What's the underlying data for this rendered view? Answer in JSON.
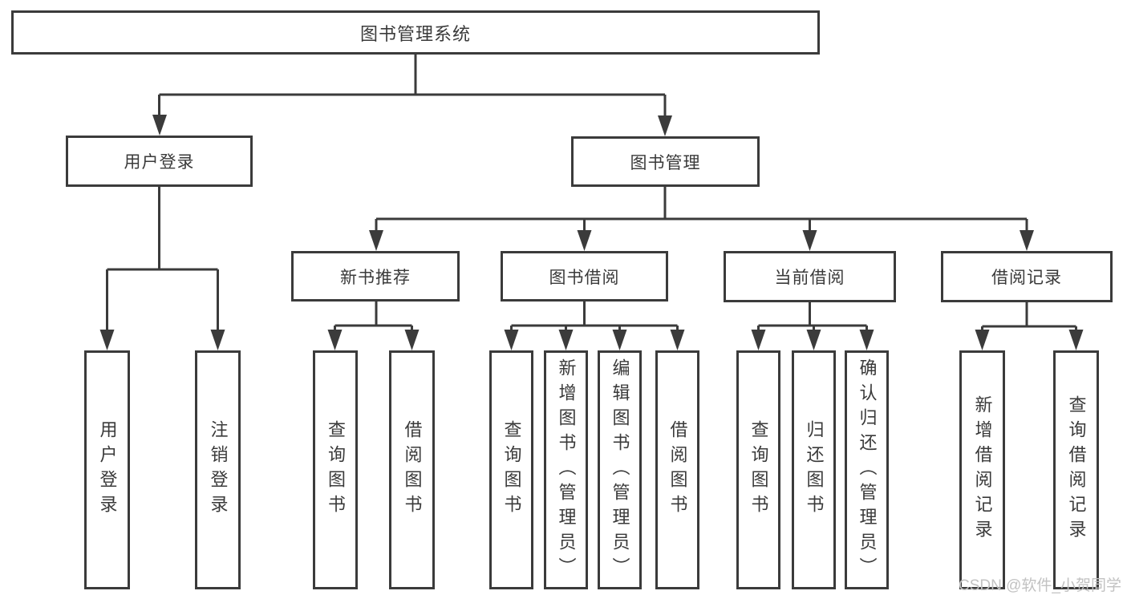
{
  "diagram": {
    "root": {
      "label": "图书管理系统"
    },
    "branches": [
      {
        "label": "用户登录",
        "children": [
          {
            "label": "用户登录"
          },
          {
            "label": "注销登录"
          }
        ]
      },
      {
        "label": "图书管理",
        "children": [
          {
            "label": "新书推荐",
            "children": [
              {
                "label": "查询图书"
              },
              {
                "label": "借阅图书"
              }
            ]
          },
          {
            "label": "图书借阅",
            "children": [
              {
                "label": "查询图书"
              },
              {
                "label": "新增图书（管理员）"
              },
              {
                "label": "编辑图书（管理员）"
              },
              {
                "label": "借阅图书"
              }
            ]
          },
          {
            "label": "当前借阅",
            "children": [
              {
                "label": "查询图书"
              },
              {
                "label": "归还图书"
              },
              {
                "label": "确认归还（管理员）"
              }
            ]
          },
          {
            "label": "借阅记录",
            "children": [
              {
                "label": "新增借阅记录"
              },
              {
                "label": "查询借阅记录"
              }
            ]
          }
        ]
      }
    ]
  },
  "watermark": {
    "text": "CSDN @软件_小贺同学",
    "color": "#c2c2c2"
  }
}
